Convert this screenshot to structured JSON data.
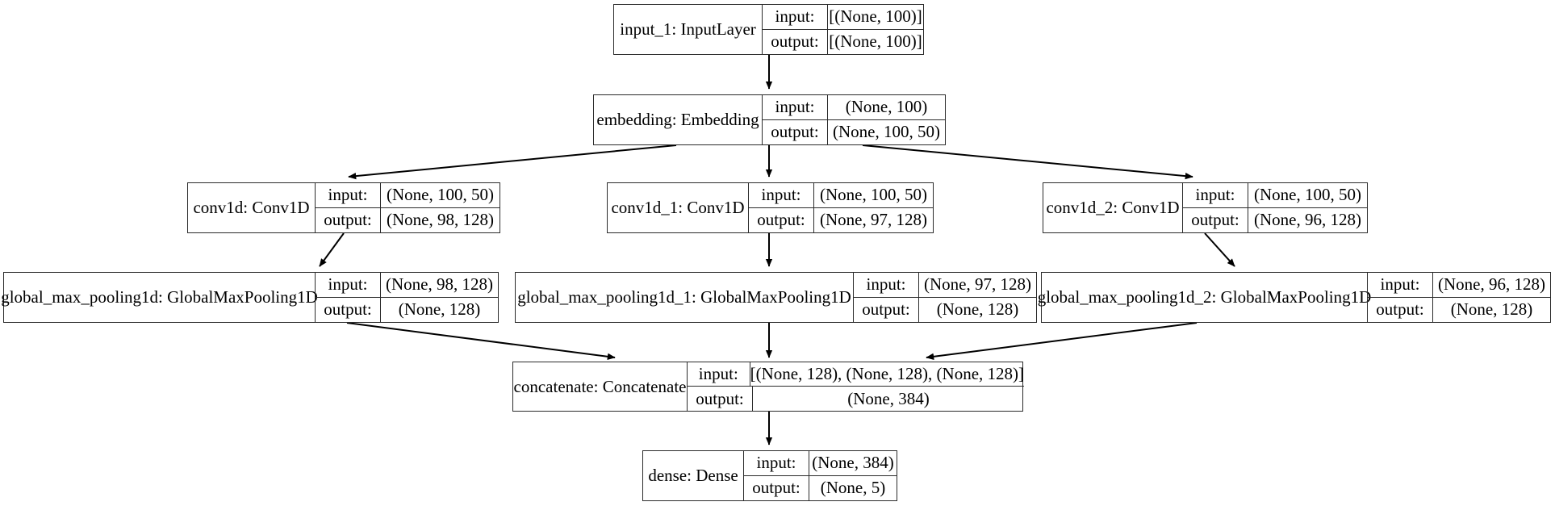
{
  "diagram": {
    "title": "Keras model architecture graph",
    "type": "keras-plot-model",
    "io_labels": {
      "input": "input:",
      "output": "output:"
    },
    "edge_color": "#000000",
    "node_border_color": "#2b2b2b",
    "node_fill_color": "#ffffff",
    "background_color": "#ffffff"
  },
  "nodes": [
    {
      "id": "input_1",
      "name": "input_1: InputLayer",
      "input_shape": "[(None, 100)]",
      "output_shape": "[(None, 100)]"
    },
    {
      "id": "embedding",
      "name": "embedding: Embedding",
      "input_shape": "(None, 100)",
      "output_shape": "(None, 100, 50)"
    },
    {
      "id": "conv1d",
      "name": "conv1d: Conv1D",
      "input_shape": "(None, 100, 50)",
      "output_shape": "(None, 98, 128)"
    },
    {
      "id": "conv1d_1",
      "name": "conv1d_1: Conv1D",
      "input_shape": "(None, 100, 50)",
      "output_shape": "(None, 97, 128)"
    },
    {
      "id": "conv1d_2",
      "name": "conv1d_2: Conv1D",
      "input_shape": "(None, 100, 50)",
      "output_shape": "(None, 96, 128)"
    },
    {
      "id": "global_max_pooling1d",
      "name": "global_max_pooling1d: GlobalMaxPooling1D",
      "input_shape": "(None, 98, 128)",
      "output_shape": "(None, 128)"
    },
    {
      "id": "global_max_pooling1d_1",
      "name": "global_max_pooling1d_1: GlobalMaxPooling1D",
      "input_shape": "(None, 97, 128)",
      "output_shape": "(None, 128)"
    },
    {
      "id": "global_max_pooling1d_2",
      "name": "global_max_pooling1d_2: GlobalMaxPooling1D",
      "input_shape": "(None, 96, 128)",
      "output_shape": "(None, 128)"
    },
    {
      "id": "concatenate",
      "name": "concatenate: Concatenate",
      "input_shape": "[(None, 128), (None, 128), (None, 128)]",
      "output_shape": "(None, 384)"
    },
    {
      "id": "dense",
      "name": "dense: Dense",
      "input_shape": "(None, 384)",
      "output_shape": "(None, 5)"
    }
  ],
  "edges": [
    {
      "from": "input_1",
      "to": "embedding"
    },
    {
      "from": "embedding",
      "to": "conv1d"
    },
    {
      "from": "embedding",
      "to": "conv1d_1"
    },
    {
      "from": "embedding",
      "to": "conv1d_2"
    },
    {
      "from": "conv1d",
      "to": "global_max_pooling1d"
    },
    {
      "from": "conv1d_1",
      "to": "global_max_pooling1d_1"
    },
    {
      "from": "conv1d_2",
      "to": "global_max_pooling1d_2"
    },
    {
      "from": "global_max_pooling1d",
      "to": "concatenate"
    },
    {
      "from": "global_max_pooling1d_1",
      "to": "concatenate"
    },
    {
      "from": "global_max_pooling1d_2",
      "to": "concatenate"
    },
    {
      "from": "concatenate",
      "to": "dense"
    }
  ]
}
